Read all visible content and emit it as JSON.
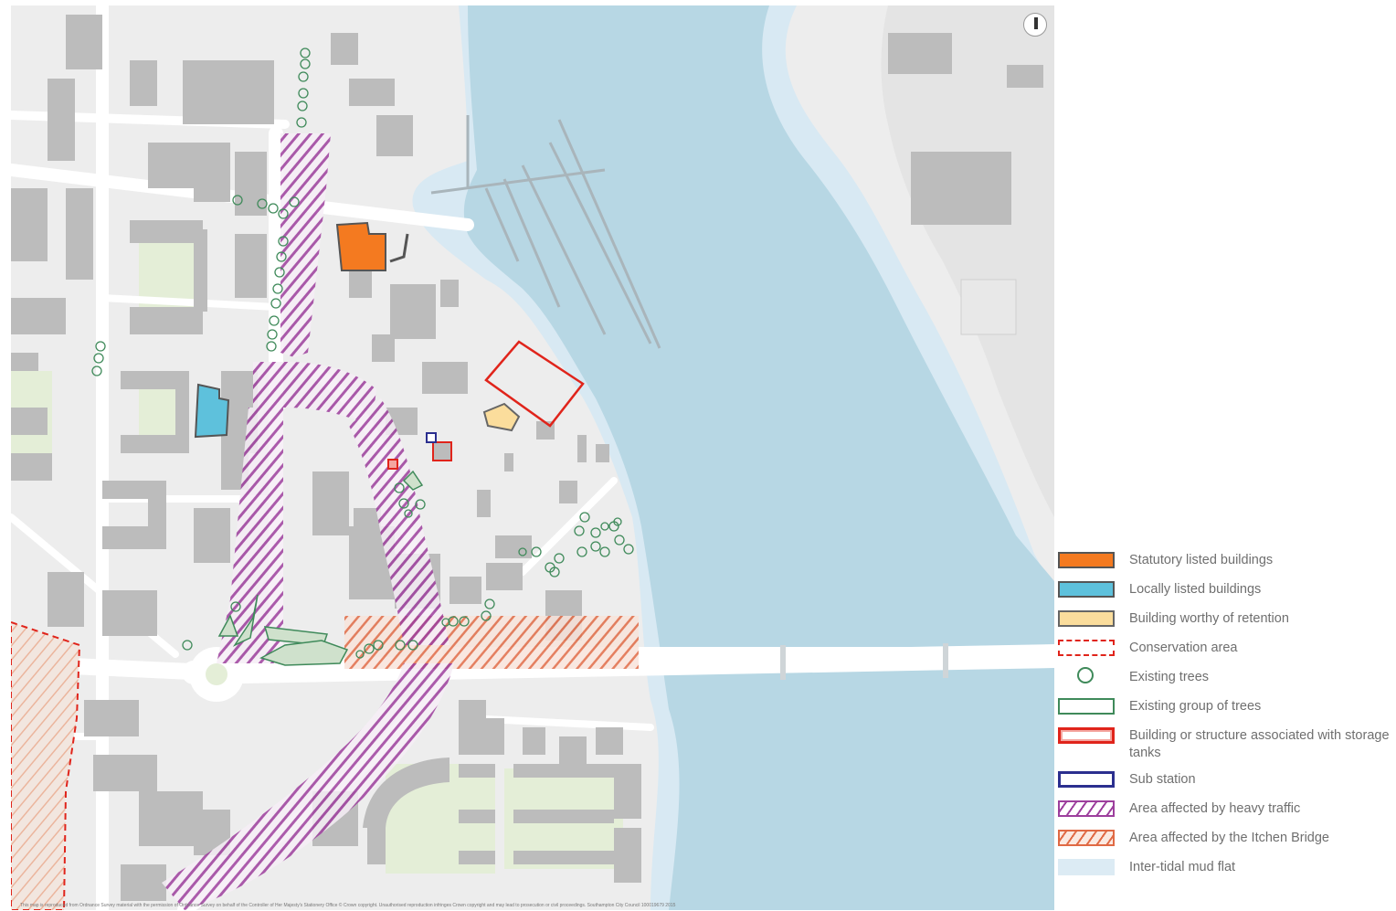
{
  "map": {
    "colors": {
      "land": "#ededed",
      "road": "#ffffff",
      "building": "#bcbcbc",
      "water": "#b7d7e4",
      "mudflat": "#d8e9f3",
      "green": "#e4eed7",
      "listed": "#f47a20",
      "local": "#5ec1dc",
      "retention": "#fbdd9c",
      "tree": "#3f8a5a",
      "storage": "#e0241b",
      "substation": "#2b2f8f",
      "traffic": "#9d3f9d",
      "itchen": "#e06a45"
    },
    "compass_icon": "north-arrow-icon",
    "footer_note": "This map is reproduced from Ordnance Survey material with the permission of Ordnance Survey on behalf of the Controller of Her Majesty's Stationery Office © Crown copyright. Unauthorised reproduction infringes Crown copyright and may lead to prosecution or civil proceedings. Southampton City Council 100019679 2015"
  },
  "legend": {
    "items": [
      {
        "label": "Statutory listed buildings",
        "swatch": "orange-fill"
      },
      {
        "label": "Locally listed buildings",
        "swatch": "cyan-fill"
      },
      {
        "label": "Building worthy of retention",
        "swatch": "beige-fill"
      },
      {
        "label": "Conservation area",
        "swatch": "red-dashed-outline"
      },
      {
        "label": "Existing trees",
        "swatch": "green-circle"
      },
      {
        "label": "Existing group of trees",
        "swatch": "green-outline"
      },
      {
        "label": "Building or structure associated with storage tanks",
        "swatch": "red-outline"
      },
      {
        "label": "Sub station",
        "swatch": "blue-outline"
      },
      {
        "label": "Area affected by heavy traffic",
        "swatch": "purple-hatch"
      },
      {
        "label": "Area affected by the Itchen Bridge",
        "swatch": "orange-hatch"
      },
      {
        "label": "Inter-tidal mud flat",
        "swatch": "pale-blue-fill"
      }
    ]
  }
}
